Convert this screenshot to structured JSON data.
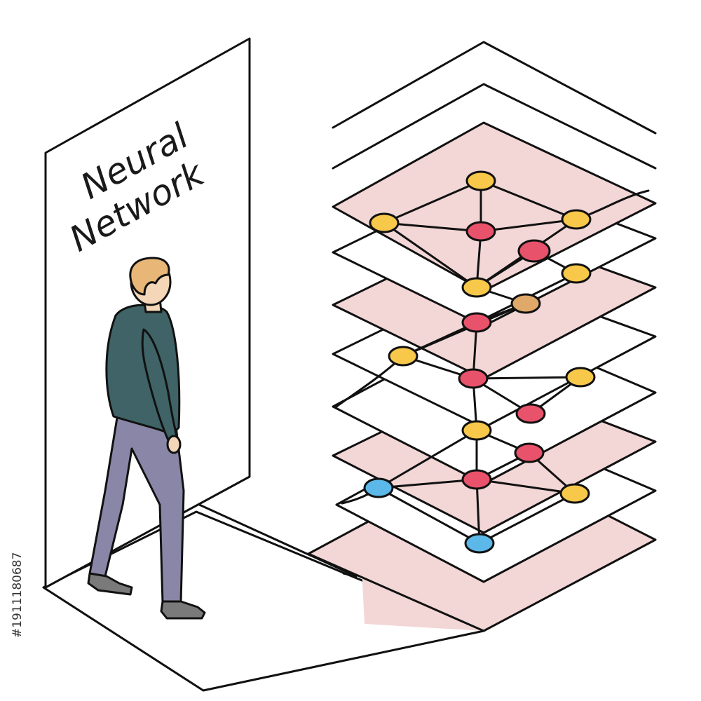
{
  "sign": {
    "line1": "Neural",
    "line2": "Network"
  },
  "stock_id": "#1911180687",
  "colors": {
    "background": "#ffffff",
    "ink": "#111111",
    "layer_band": "#f3d6d6",
    "node_yellow": "#f7c84a",
    "node_red": "#e8526a",
    "node_orange": "#e0a96a",
    "node_blue": "#5bb8e8",
    "jacket": "#3f6367",
    "pants": "#8a86a8",
    "hair": "#e8b778",
    "skin": "#f4d6b8",
    "shoes": "#7a7a7a"
  }
}
